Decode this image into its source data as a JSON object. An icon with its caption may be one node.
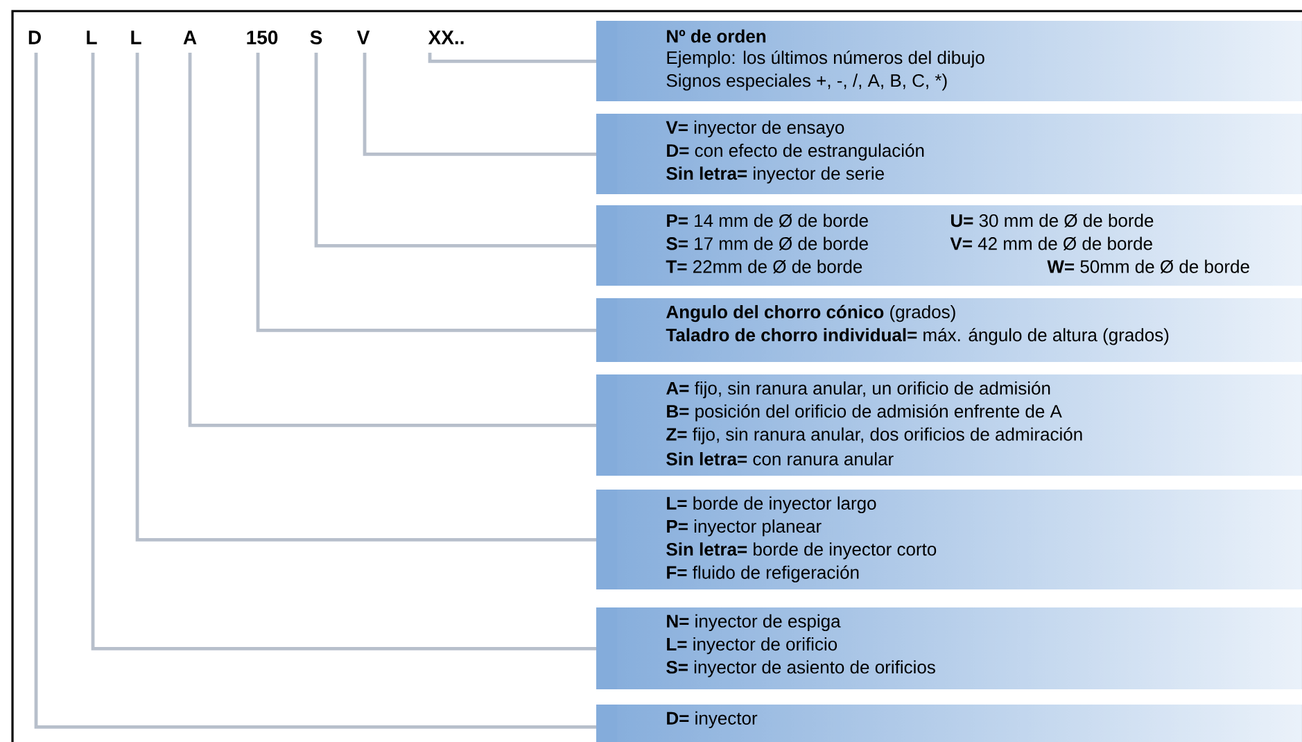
{
  "diagram": {
    "nodes": [
      {
        "text": [
          "D"
        ]
      },
      {
        "text": [
          "L"
        ]
      },
      {
        "text": [
          "L"
        ]
      },
      {
        "text": [
          "A"
        ]
      },
      {
        "text": [
          "150"
        ]
      },
      {
        "text": [
          "S"
        ]
      },
      {
        "text": [
          "V"
        ]
      },
      {
        "text": [
          "XX.."
        ]
      },
      {
        "text": [
          "**Nº de orden**",
          "Ejemplo: los últimos números del dibujo",
          "Signos especiales +, -, /, A, B, C, *)"
        ]
      },
      {
        "text": [
          "**V=** inyector de ensayo",
          "**D=** con efecto de estrangulación",
          "**Sin letra=** inyector de serie"
        ]
      },
      {
        "text": [
          "**P=** 14 mm de Ø de borde",
          "**U=** 30 mm de Ø de borde",
          "**S=** 17 mm de Ø de borde",
          "**V=** 42 mm de Ø de borde",
          "**T=** 22mm de Ø de borde",
          "**W=** 50mm de Ø de borde"
        ]
      },
      {
        "text": [
          "**Angulo del chorro cónico** (grados)",
          "**Taladro de chorro individual=** máx. ángulo de altura (grados)"
        ]
      },
      {
        "text": [
          "**A=** fijo, sin ranura anular, un orificio de admisión",
          "**B=** posición del orificio de admisión enfrente de A",
          "**Z=** fijo, sin ranura anular, dos orificios de admiración",
          "**Sin letra=** con ranura anular"
        ]
      },
      {
        "text": [
          "**L=** borde de inyector largo",
          "**P=** inyector planear",
          "**Sin letra=** borde de inyector corto",
          "**F=** fluido de refigeración"
        ]
      },
      {
        "text": [
          "**N=** inyector de espiga",
          "**L=** inyector de orificio",
          "**S=** inyector de asiento de orificios"
        ]
      },
      {
        "text": [
          "**D=** inyector"
        ]
      }
    ],
    "edges": [
      {
        "from": 7,
        "to": 8,
        "arrow": "none"
      },
      {
        "from": 6,
        "to": 9,
        "arrow": "none"
      },
      {
        "from": 5,
        "to": 10,
        "arrow": "none"
      },
      {
        "from": 4,
        "to": 11,
        "arrow": "none"
      },
      {
        "from": 3,
        "to": 12,
        "arrow": "none"
      },
      {
        "from": 2,
        "to": 13,
        "arrow": "none"
      },
      {
        "from": 1,
        "to": 14,
        "arrow": "none"
      },
      {
        "from": 0,
        "to": 15,
        "arrow": "none"
      }
    ]
  }
}
